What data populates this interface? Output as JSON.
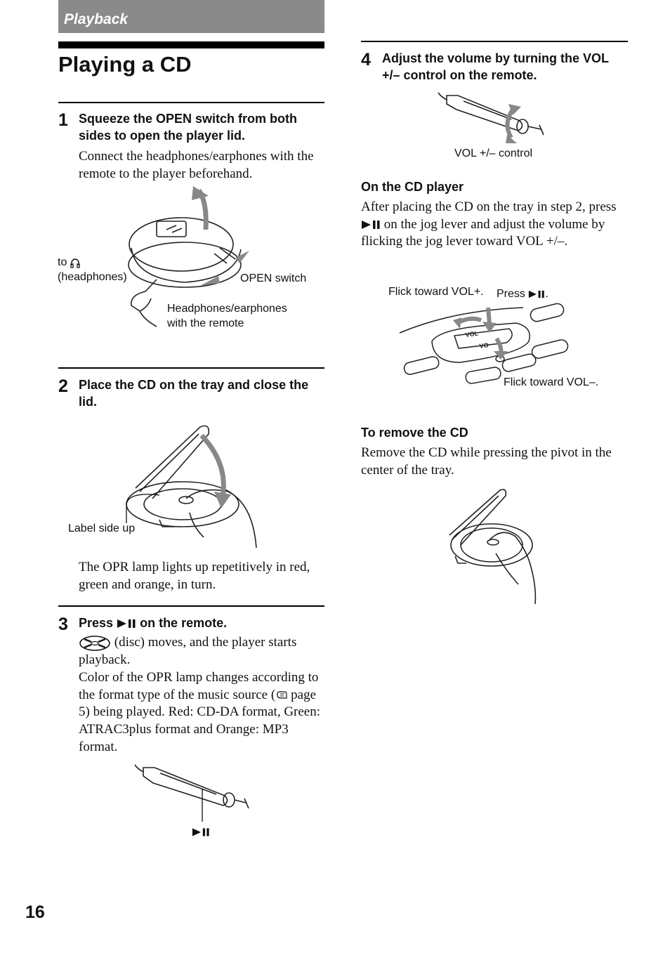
{
  "header": {
    "section": "Playback",
    "title": "Playing a CD"
  },
  "step1": {
    "number": "1",
    "heading": "Squeeze the OPEN switch from both sides to open the player lid.",
    "body": "Connect the headphones/earphones with the remote to the player beforehand.",
    "label_to": "to",
    "label_headphones": "(headphones)",
    "label_open_switch": "OPEN switch",
    "label_remote_1": "Headphones/earphones",
    "label_remote_2": "with the remote"
  },
  "step2": {
    "number": "2",
    "heading": "Place the CD on the tray and close the lid.",
    "label_side_up": "Label side up",
    "body": "The OPR lamp lights up repetitively in red, green and orange, in turn."
  },
  "step3": {
    "number": "3",
    "heading_pre": "Press",
    "heading_post": "on the remote.",
    "line1_post": "(disc) moves, and the player starts",
    "line2": "playback.",
    "para2_a": "Color of the OPR lamp changes according to the format type of the music source (",
    "para2_page": "page 5) being played. Red: CD-DA format, Green: ATRAC3plus format and Orange: MP3 format."
  },
  "step4": {
    "number": "4",
    "heading": "Adjust the volume by turning the VOL +/– control on the remote.",
    "label_vol": "VOL +/– control"
  },
  "on_cd_player": {
    "heading": "On the CD player",
    "body_a": "After placing the CD on the tray in step 2, press",
    "body_b": "on the jog lever and adjust the volume by flicking the jog lever toward VOL +/–.",
    "label_flick_plus": "Flick toward VOL+.",
    "label_press": "Press",
    "label_flick_minus": "Flick toward VOL–.",
    "jog_text_1": "VOL",
    "jog_text_2": "VO"
  },
  "remove_cd": {
    "heading": "To remove the CD",
    "body": "Remove the CD while pressing the pivot in the center of the tray."
  },
  "footer": {
    "page_number": "16"
  },
  "icons": [
    "play-pause-icon",
    "headphones-icon",
    "disc-icon",
    "page-reference-icon"
  ]
}
